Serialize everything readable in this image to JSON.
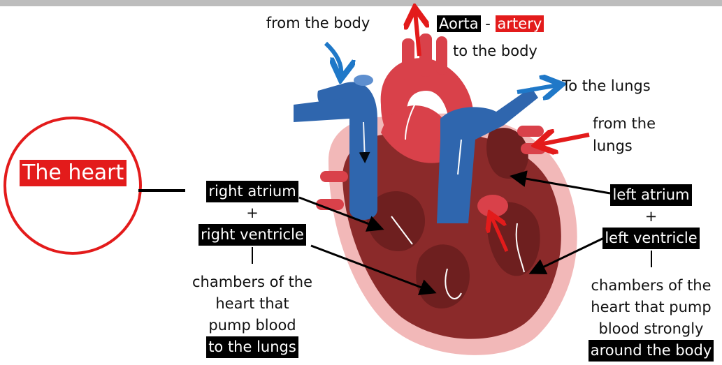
{
  "title": "The heart",
  "labels": {
    "from_body": "from the body",
    "aorta": "Aorta",
    "dash": "-",
    "artery": "artery",
    "to_body": "to the body",
    "to_lungs": "To the lungs",
    "from_lungs_1": "from the",
    "from_lungs_2": "lungs"
  },
  "right_side": {
    "atrium": "right atrium",
    "plus": "+",
    "ventricle": "right ventricle",
    "desc": [
      "chambers of the",
      "heart that",
      "pump blood",
      "to the lungs"
    ]
  },
  "left_side": {
    "atrium": "left atrium",
    "plus": "+",
    "ventricle": "left ventricle",
    "desc": [
      "chambers of the",
      "heart that pump",
      "blood strongly",
      "around the body"
    ]
  },
  "colors": {
    "vein_blue": "#2f66ae",
    "artery_red": "#d9414a",
    "muscle": "#8b2a2a",
    "arrow_red": "#e31b1b",
    "arrow_blue": "#1f78c8"
  }
}
